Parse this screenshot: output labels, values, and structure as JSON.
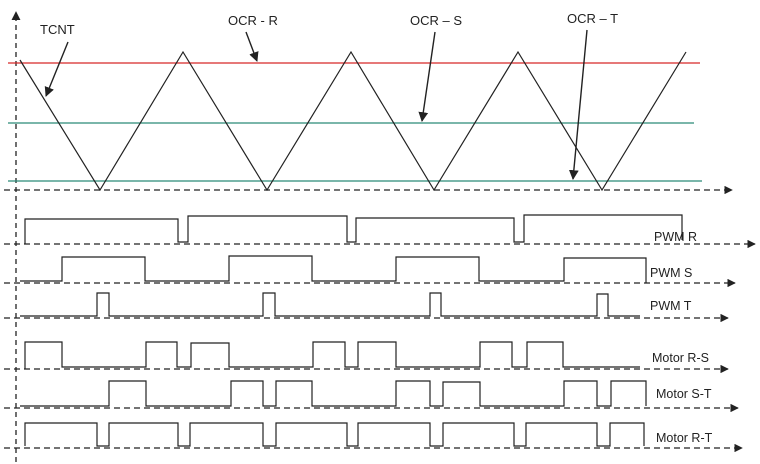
{
  "labels": {
    "tcnt": "TCNT",
    "ocr_r": "OCR - R",
    "ocr_s": "OCR – S",
    "ocr_t": "OCR – T"
  },
  "colors": {
    "ocr_r": "#d62728",
    "ocr_s": "#2a8a78",
    "ocr_t": "#2a8a78",
    "trace": "#222222"
  },
  "signals": [
    {
      "label": "PWM R"
    },
    {
      "label": "PWM S"
    },
    {
      "label": "PWM T"
    },
    {
      "label": "Motor R-S"
    },
    {
      "label": "Motor S-T"
    },
    {
      "label": "Motor R-T"
    }
  ]
}
